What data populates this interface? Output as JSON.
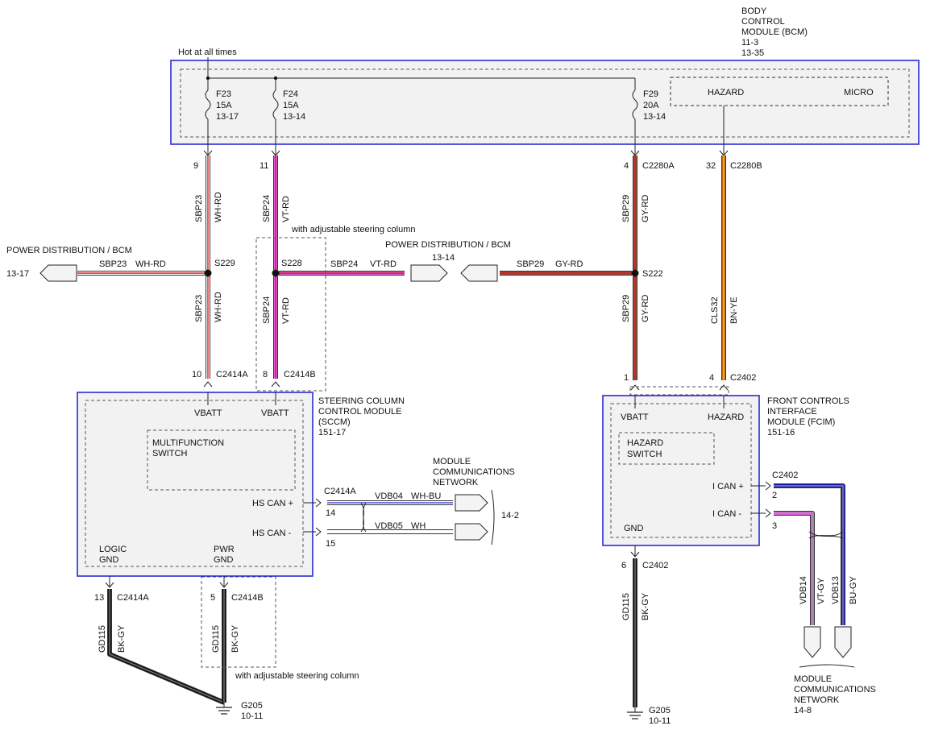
{
  "supply": {
    "hot_label": "Hot at all times"
  },
  "bcm": {
    "title_lines": [
      "BODY",
      "CONTROL",
      "MODULE (BCM)",
      "11-3",
      "13-35"
    ],
    "hazard_label": "HAZARD",
    "micro_label": "MICRO",
    "fuses": [
      {
        "name": "F23",
        "rating": "15A",
        "ref": "13-17"
      },
      {
        "name": "F24",
        "rating": "15A",
        "ref": "13-14"
      },
      {
        "name": "F29",
        "rating": "20A",
        "ref": "13-14"
      }
    ]
  },
  "connectors": {
    "c2280a": {
      "pin_f23": "9",
      "pin_f24": "11",
      "pin_f29": "4",
      "name": "C2280A"
    },
    "c2280b": {
      "pin": "32",
      "name": "C2280B"
    },
    "c2414a_top": {
      "pin": "10",
      "name": "C2414A"
    },
    "c2414b_top": {
      "pin": "8",
      "name": "C2414B"
    },
    "c2402_top_a": {
      "pin": "1"
    },
    "c2402_top_b": {
      "pin": "4",
      "name": "C2402"
    },
    "c2414a_can": {
      "name": "C2414A",
      "pin_plus": "14",
      "pin_minus": "15"
    },
    "c2402_can": {
      "name": "C2402",
      "pin_plus": "2",
      "pin_minus": "3"
    },
    "c2414a_gnd": {
      "pin": "13",
      "name": "C2414A"
    },
    "c2414b_gnd": {
      "pin": "5",
      "name": "C2414B"
    },
    "c2402_gnd": {
      "pin": "6",
      "name": "C2402"
    }
  },
  "wires": {
    "sbp23": {
      "circuit": "SBP23",
      "color": "WH-RD"
    },
    "sbp24": {
      "circuit": "SBP24",
      "color": "VT-RD"
    },
    "sbp29": {
      "circuit": "SBP29",
      "color": "GY-RD"
    },
    "cls32": {
      "circuit": "CLS32",
      "color": "BN-YE"
    },
    "vdb04": {
      "circuit": "VDB04",
      "color": "WH-BU"
    },
    "vdb05": {
      "circuit": "VDB05",
      "color": "WH"
    },
    "vdb14": {
      "circuit": "VDB14",
      "color": "VT-GY"
    },
    "vdb13": {
      "circuit": "VDB13",
      "color": "BU-GY"
    },
    "gd115": {
      "circuit": "GD115",
      "color": "BK-GY"
    }
  },
  "splices": {
    "s229": "S229",
    "s228": "S228",
    "s222": "S222"
  },
  "power_dist": {
    "left_label": "POWER DISTRIBUTION / BCM",
    "left_ref": "13-17",
    "mid_label": "POWER DISTRIBUTION / BCM",
    "mid_ref": "13-14"
  },
  "notes": {
    "adjustable": "with adjustable steering column"
  },
  "sccm": {
    "title_lines": [
      "STEERING COLUMN",
      "CONTROL MODULE",
      "(SCCM)",
      "151-17"
    ],
    "vbatt": "VBATT",
    "switch_lines": [
      "MULTIFUNCTION",
      "SWITCH"
    ],
    "hs_can_plus": "HS CAN +",
    "hs_can_minus": "HS CAN -",
    "logic_gnd_lines": [
      "LOGIC",
      "GND"
    ],
    "pwr_gnd_lines": [
      "PWR",
      "GND"
    ]
  },
  "fcim": {
    "title_lines": [
      "FRONT CONTROLS",
      "INTERFACE",
      "MODULE (FCIM)",
      "151-16"
    ],
    "vbatt": "VBATT",
    "hazard": "HAZARD",
    "switch_lines": [
      "HAZARD",
      "SWITCH"
    ],
    "ican_plus": "I CAN +",
    "ican_minus": "I CAN -",
    "gnd": "GND"
  },
  "network": {
    "mid_lines": [
      "MODULE",
      "COMMUNICATIONS",
      "NETWORK"
    ],
    "mid_ref": "14-2",
    "right_lines": [
      "MODULE",
      "COMMUNICATIONS",
      "NETWORK",
      "14-8"
    ]
  },
  "grounds": {
    "left": {
      "name": "G205",
      "ref": "10-11"
    },
    "right": {
      "name": "G205",
      "ref": "10-11"
    }
  },
  "colors": {
    "module_border": "#2b2bd6",
    "wh_rd": [
      "#ffffff",
      "#d11f1f"
    ],
    "vt_rd": [
      "#e05be0",
      "#d11f1f"
    ],
    "gy_rd": [
      "#a04a3a",
      "#d11f1f"
    ],
    "bn_ye": [
      "#c86a10",
      "#f0c419"
    ],
    "vt_gy": [
      "#e05be0",
      "#9a9a9a"
    ],
    "bu_gy": [
      "#1a1ad0",
      "#8a8a8a"
    ],
    "bk_gy": [
      "#111111",
      "#777777"
    ],
    "wh": [
      "#ffffff",
      "#ffffff"
    ],
    "wh_bu": [
      "#ffffff",
      "#4a4ae0"
    ]
  }
}
